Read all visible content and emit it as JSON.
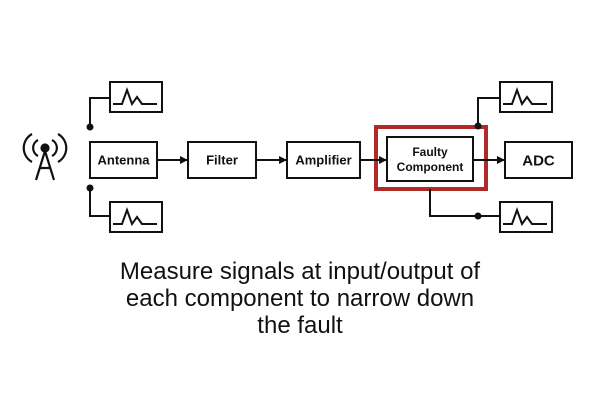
{
  "diagram": {
    "blocks": {
      "antenna": "Antenna",
      "filter": "Filter",
      "amplifier": "Amplifier",
      "faulty_line1": "Faulty",
      "faulty_line2": "Component",
      "adc": "ADC"
    },
    "highlight_color": "#b02a2a",
    "icons": [
      "radio-antenna-icon",
      "waveform-scope-icon"
    ]
  },
  "caption": {
    "line1": "Measure signals at input/output of",
    "line2": "each component to narrow down",
    "line3": "the fault"
  }
}
